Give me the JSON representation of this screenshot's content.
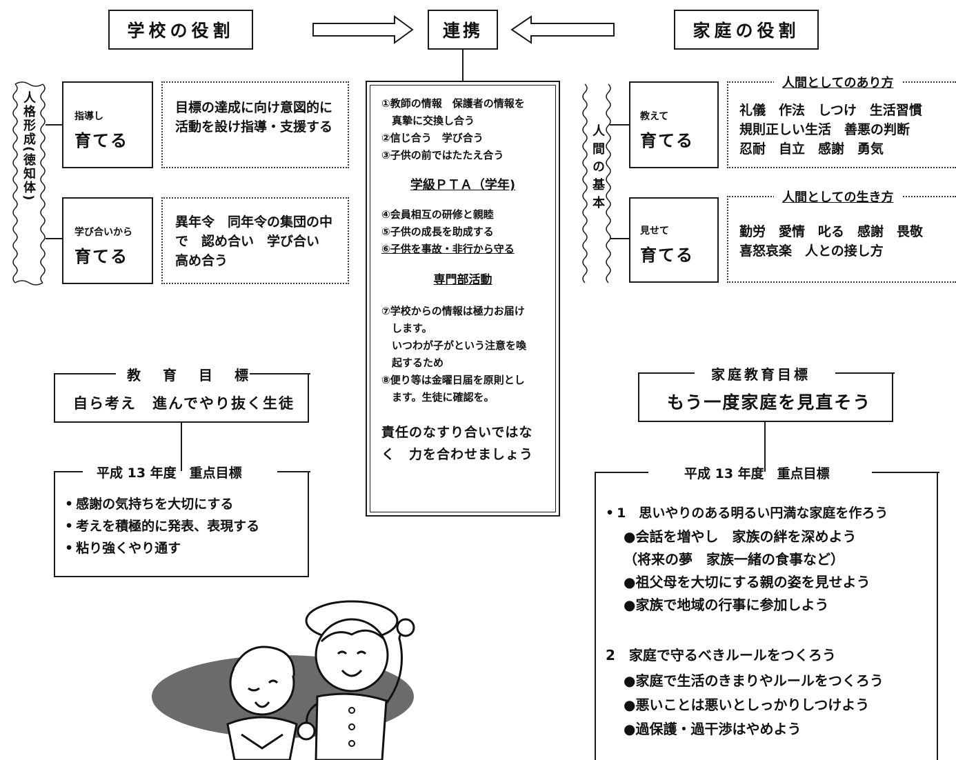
{
  "header": {
    "school_role": "学校の役割",
    "cooperation": "連携",
    "family_role": "家庭の役割"
  },
  "school": {
    "side_label": "人格形成(徳知体)",
    "row1": {
      "small": "指導し",
      "big": "育てる",
      "desc": "目標の達成に向け意図的に活動を設け指導・支援する"
    },
    "row2": {
      "small": "学び合いから",
      "big": "育てる",
      "desc": "異年令　同年令の集団の中で　認め合い　学び合い　高め合う"
    }
  },
  "family": {
    "side_label": "人間の基本",
    "row1": {
      "small": "教えて",
      "big": "育てる",
      "legend": "人間としてのあり方",
      "lines": [
        "礼儀　作法　しつけ　生活習慣",
        "規則正しい生活　善悪の判断",
        "忍耐　自立　感謝　勇気"
      ]
    },
    "row2": {
      "small": "見せて",
      "big": "育てる",
      "legend": "人間としての生き方",
      "lines": [
        "勤労　愛情　叱る　感謝　畏敬",
        "喜怒哀楽　人との接し方"
      ]
    }
  },
  "center": {
    "items_a": [
      "①教師の情報　保護者の情報を",
      "　真摯に交換し合う",
      "②信じ合う　学び合う",
      "③子供の前ではたたえ合う"
    ],
    "heading_pta": "学級ＰＴＡ（学年)",
    "items_b": [
      "④会員相互の研修と親睦",
      "⑤子供の成長を助成する",
      "⑥子供を事故・非行から守る"
    ],
    "heading_senmon": "専門部活動",
    "items_c": [
      "⑦学校からの情報は極力お届け",
      "　します。",
      "　いつわが子がという注意を喚",
      "　起するため",
      "⑧便り等は金曜日届を原則とし",
      "　ます。生徒に確認を。"
    ],
    "closing": [
      "責任のなすり合いではな",
      "く　力を合わせましょう"
    ]
  },
  "edu_goal": {
    "legend": "教　育　目　標",
    "text": "自ら考え　進んでやり抜く生徒"
  },
  "school_priority": {
    "legend": "平成 13 年度　重点目標",
    "items": [
      "感謝の気持ちを大切にする",
      "考えを積極的に発表、表現する",
      "粘り強くやり通す"
    ]
  },
  "family_goal": {
    "legend": "家庭教育目標",
    "text": "もう一度家庭を見直そう"
  },
  "family_priority": {
    "legend": "平成 13 年度　重点目標",
    "section1": "1　思いやりのある明るい円満な家庭を作ろう",
    "items1": [
      "●会話を増やし　家族の絆を深めよう",
      "（将来の夢　家族一緒の食事など）",
      "●祖父母を大切にする親の姿を見せよう",
      "●家族で地域の行事に参加しよう"
    ],
    "section2": "2　家庭で守るべきルールをつくろう",
    "items2": [
      "●家庭で生活のきまりやルールをつくろう",
      "●悪いことは悪いとしっかりしつけよう",
      "●過保護・過干渉はやめよう"
    ]
  }
}
